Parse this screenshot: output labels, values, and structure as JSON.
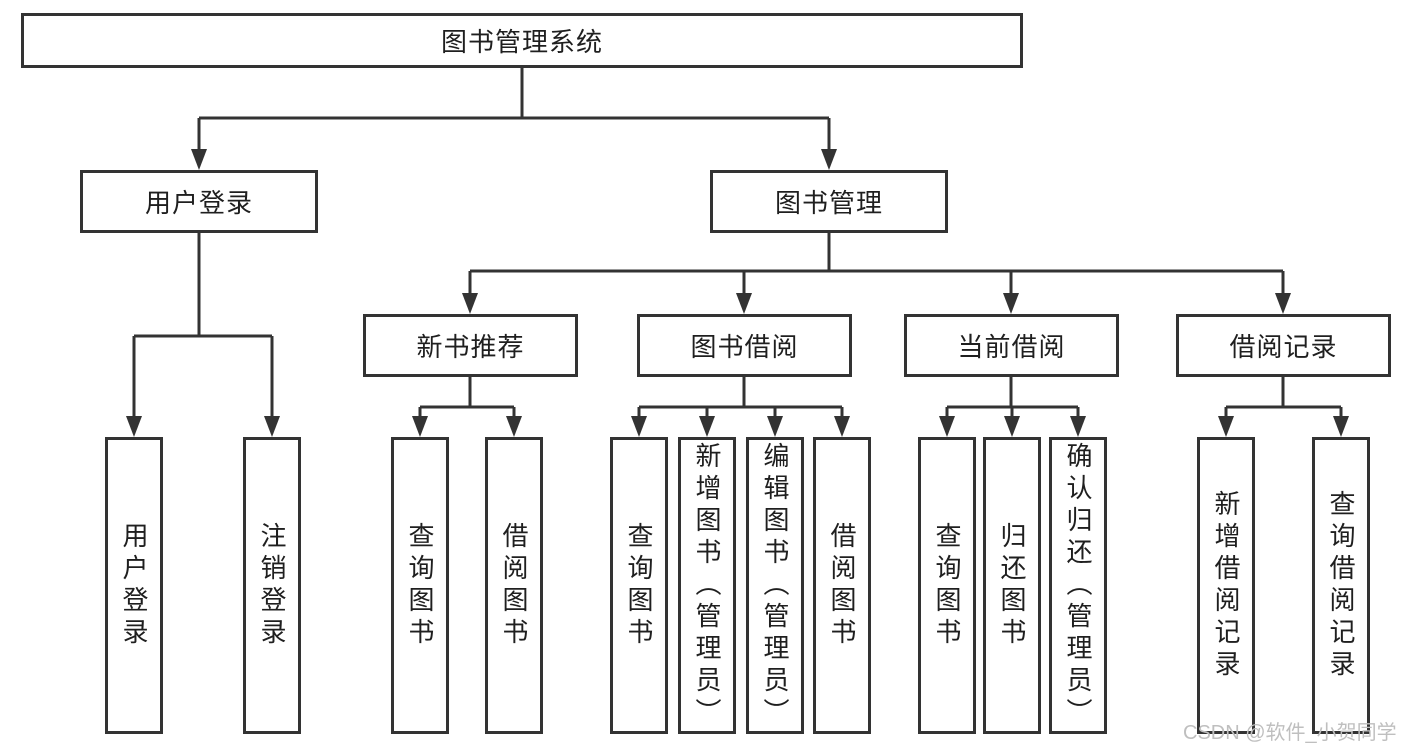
{
  "colors": {
    "line": "#333333",
    "text": "#1f1f1f",
    "background": "#ffffff",
    "watermark": "#bfbfbf"
  },
  "watermark": {
    "text": "CSDN @软件_小贺同学"
  },
  "tree": {
    "root": "图书管理系统",
    "branches": [
      {
        "label": "用户登录",
        "children": [
          "用户登录",
          "注销登录"
        ]
      },
      {
        "label": "图书管理",
        "children": [
          {
            "label": "新书推荐",
            "children": [
              "查询图书",
              "借阅图书"
            ]
          },
          {
            "label": "图书借阅",
            "children": [
              "查询图书",
              "新增图书（管理员）",
              "编辑图书（管理员）",
              "借阅图书"
            ]
          },
          {
            "label": "当前借阅",
            "children": [
              "查询图书",
              "归还图书",
              "确认归还（管理员）"
            ]
          },
          {
            "label": "借阅记录",
            "children": [
              "新增借阅记录",
              "查询借阅记录"
            ]
          }
        ]
      }
    ]
  }
}
